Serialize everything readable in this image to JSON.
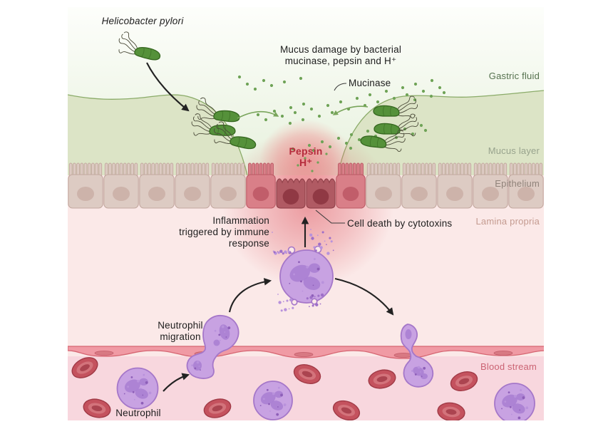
{
  "labels": {
    "helicobacter": "Helicobacter pylori",
    "mucus_damage_1": "Mucus damage by bacterial",
    "mucus_damage_2": "mucinase, pepsin and H⁺",
    "mucinase": "Mucinase",
    "gastric_fluid": "Gastric fluid",
    "mucus_layer": "Mucus layer",
    "epithelium": "Epithelium",
    "lamina_propria": "Lamina propria",
    "pepsin_1": "Pepsin",
    "pepsin_2": "H⁺",
    "inflammation_1": "Inflammation",
    "inflammation_2": "triggered by immune",
    "inflammation_3": "response",
    "cell_death": "Cell death by cytotoxins",
    "neutrophil_migration_1": "Neutrophil",
    "neutrophil_migration_2": "migration",
    "blood_stream": "Blood stream",
    "neutrophil": "Neutrophil"
  },
  "colors": {
    "gastric_top": "#fdfefb",
    "gastric_bottom": "#e7f1dd",
    "mucus": "#dce4c6",
    "mucus_edge": "#8aab68",
    "lamina": "#fbe9e8",
    "blood": "#f8d7de",
    "vessel": "#f09aa4",
    "vessel_edge": "#d66672",
    "vessel_nucleus": "#d87983",
    "epithelium_cell": "#ddcbc3",
    "epithelium_cell_edge": "#c3a89f",
    "epithelium_nucleus": "#cbb1a9",
    "damaged_light": "#d97f88",
    "damaged_light_edge": "#bb5964",
    "damaged_light_nucleus": "#c05c68",
    "damaged_dark": "#b05a63",
    "damaged_dark_edge": "#93434c",
    "damaged_dark_nucleus": "#8e3842",
    "bacterium": "#55913a",
    "bacterium_edge": "#35661f",
    "flagella": "#4a4a38",
    "mucinase_dot": "#6fa357",
    "glow": "#df5c66",
    "pepsin_glow": "#f28286",
    "neutrophil": "#c8a2e2",
    "neutrophil_edge": "#a577c9",
    "neutrophil_nucleus": "#aa80d3",
    "granule": "#9e6fc8",
    "rbc": "#c4525e",
    "rbc_edge": "#a03a46",
    "rbc_inner": "#d3737b",
    "rbc_center": "#ab4450",
    "arrow": "#222222",
    "green_arrow": "#79a55b",
    "pointer_line": "#3a3a3a",
    "text_dark": "#1d1d1d",
    "pepsin_text": "#b52c3c",
    "gastric_label": "#55714e",
    "mucus_label": "#98a38d",
    "epithelium_label": "#90837a",
    "lamina_label": "#c49b90",
    "blood_label": "#cb6373"
  }
}
